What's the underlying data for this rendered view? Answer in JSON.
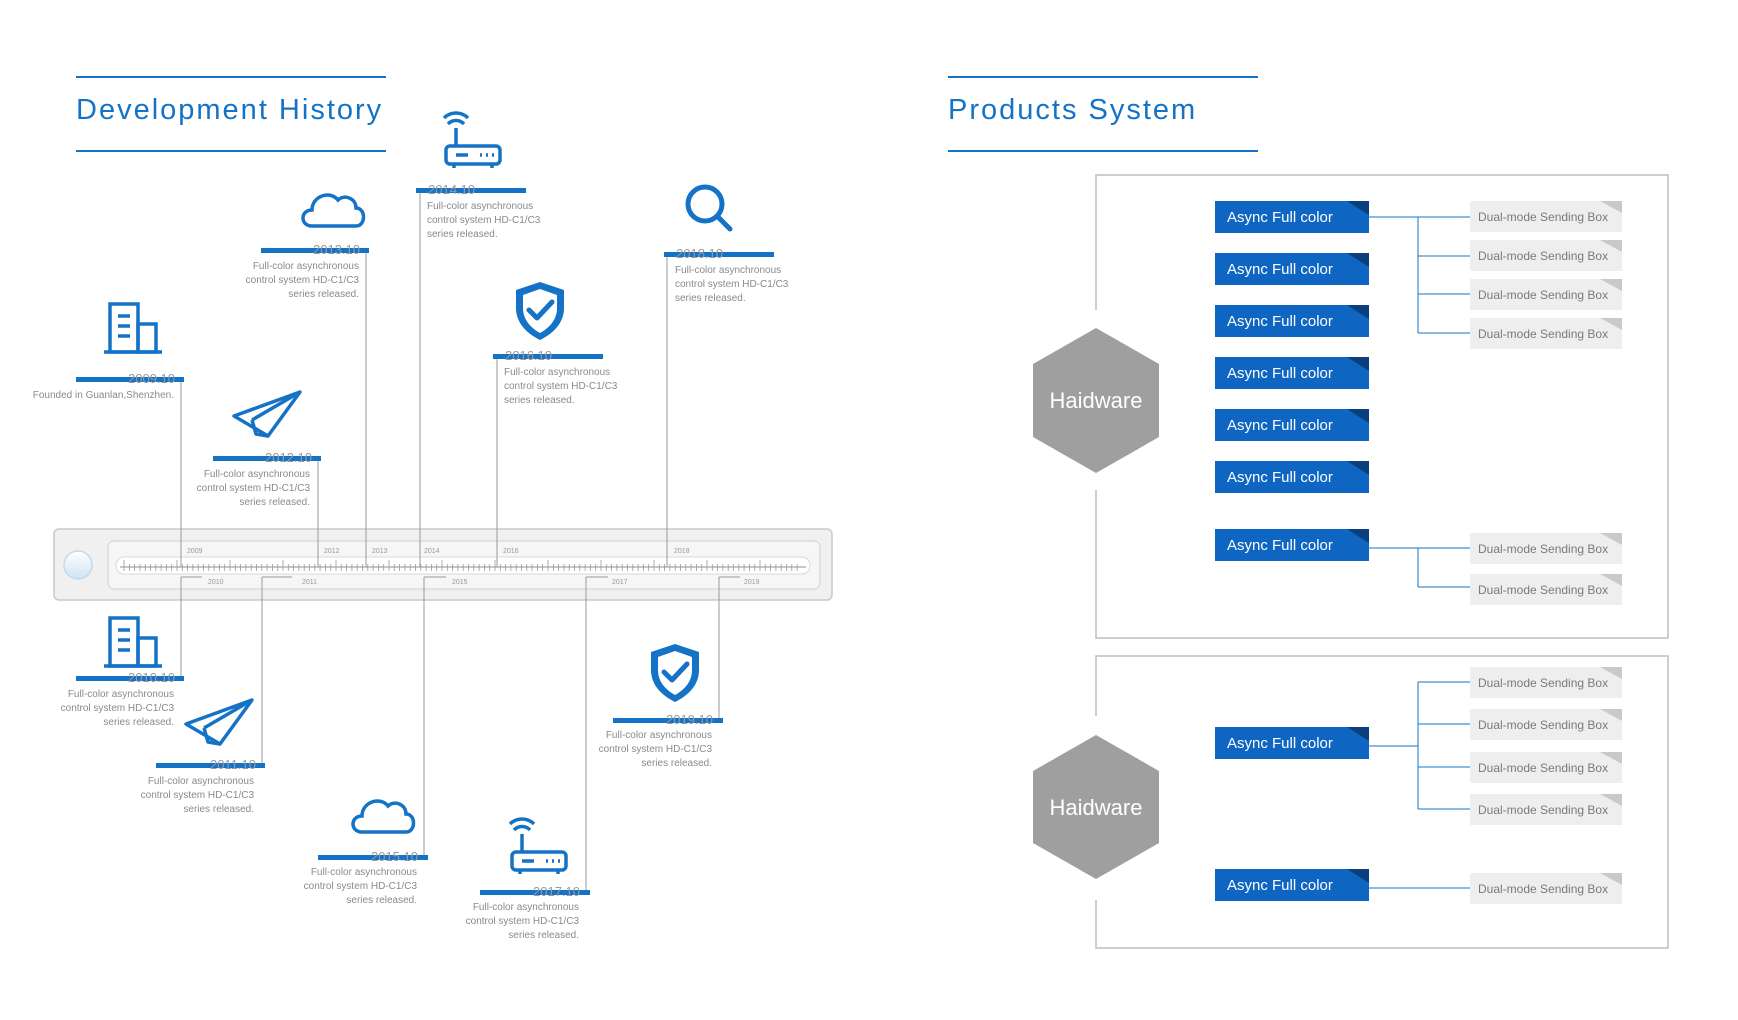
{
  "titles": {
    "history": "Development History",
    "products": "Products System"
  },
  "colors": {
    "accent": "#1473c6",
    "hex": "#9f9f9f",
    "gray_box": "#eeeeee",
    "frame": "#bdbdbd"
  },
  "timeline": {
    "upper_ticks": [
      "2009",
      "2012",
      "2013",
      "2014",
      "2016",
      "2018"
    ],
    "lower_ticks": [
      "2010",
      "2011",
      "2015",
      "2017",
      "2019"
    ]
  },
  "events_above": [
    {
      "date": "2009.10",
      "icon": "building-icon",
      "desc": [
        "Founded in Guanlan,Shenzhen."
      ]
    },
    {
      "date": "2012.10",
      "icon": "paper-plane-icon",
      "desc": [
        "Full-color asynchronous",
        "control system HD-C1/C3",
        "series released."
      ]
    },
    {
      "date": "2013.10",
      "icon": "cloud-icon",
      "desc": [
        "Full-color asynchronous",
        "control system HD-C1/C3",
        "series released."
      ]
    },
    {
      "date": "2014.10",
      "icon": "router-icon",
      "desc": [
        "Full-color asynchronous",
        "control system HD-C1/C3",
        "series released."
      ]
    },
    {
      "date": "2016.10",
      "icon": "shield-check-icon",
      "desc": [
        "Full-color asynchronous",
        "control system HD-C1/C3",
        "series released."
      ]
    },
    {
      "date": "2018.10",
      "icon": "search-icon",
      "desc": [
        "Full-color asynchronous",
        "control system HD-C1/C3",
        "series released."
      ]
    }
  ],
  "events_below": [
    {
      "date": "2010.10",
      "icon": "building-icon",
      "desc": [
        "Full-color asynchronous",
        "control system HD-C1/C3",
        "series released."
      ]
    },
    {
      "date": "2011.10",
      "icon": "paper-plane-icon",
      "desc": [
        "Full-color asynchronous",
        "control system HD-C1/C3",
        "series released."
      ]
    },
    {
      "date": "2015.10",
      "icon": "cloud-icon",
      "desc": [
        "Full-color asynchronous",
        "control system HD-C1/C3",
        "series released."
      ]
    },
    {
      "date": "2017.10",
      "icon": "router-icon",
      "desc": [
        "Full-color asynchronous",
        "control system HD-C1/C3",
        "series released."
      ]
    },
    {
      "date": "2019.10",
      "icon": "shield-check-icon",
      "desc": [
        "Full-color asynchronous",
        "control system HD-C1/C3",
        "series released."
      ]
    }
  ],
  "products": {
    "group1": {
      "hardware": "Haidware",
      "blue": [
        "Async Full color",
        "Async Full color",
        "Async Full color",
        "Async Full color",
        "Async Full color",
        "Async Full color",
        "Async Full color"
      ],
      "gray_top": [
        "Dual-mode Sending Box",
        "Dual-mode Sending Box",
        "Dual-mode Sending Box",
        "Dual-mode Sending Box"
      ],
      "gray_bottom": [
        "Dual-mode Sending Box",
        "Dual-mode Sending Box"
      ]
    },
    "group2": {
      "hardware": "Haidware",
      "blue": [
        "Async Full color",
        "Async Full color"
      ],
      "gray_top": [
        "Dual-mode Sending Box",
        "Dual-mode Sending Box",
        "Dual-mode Sending Box",
        "Dual-mode Sending Box"
      ],
      "gray_bottom": [
        "Dual-mode Sending Box"
      ]
    }
  }
}
